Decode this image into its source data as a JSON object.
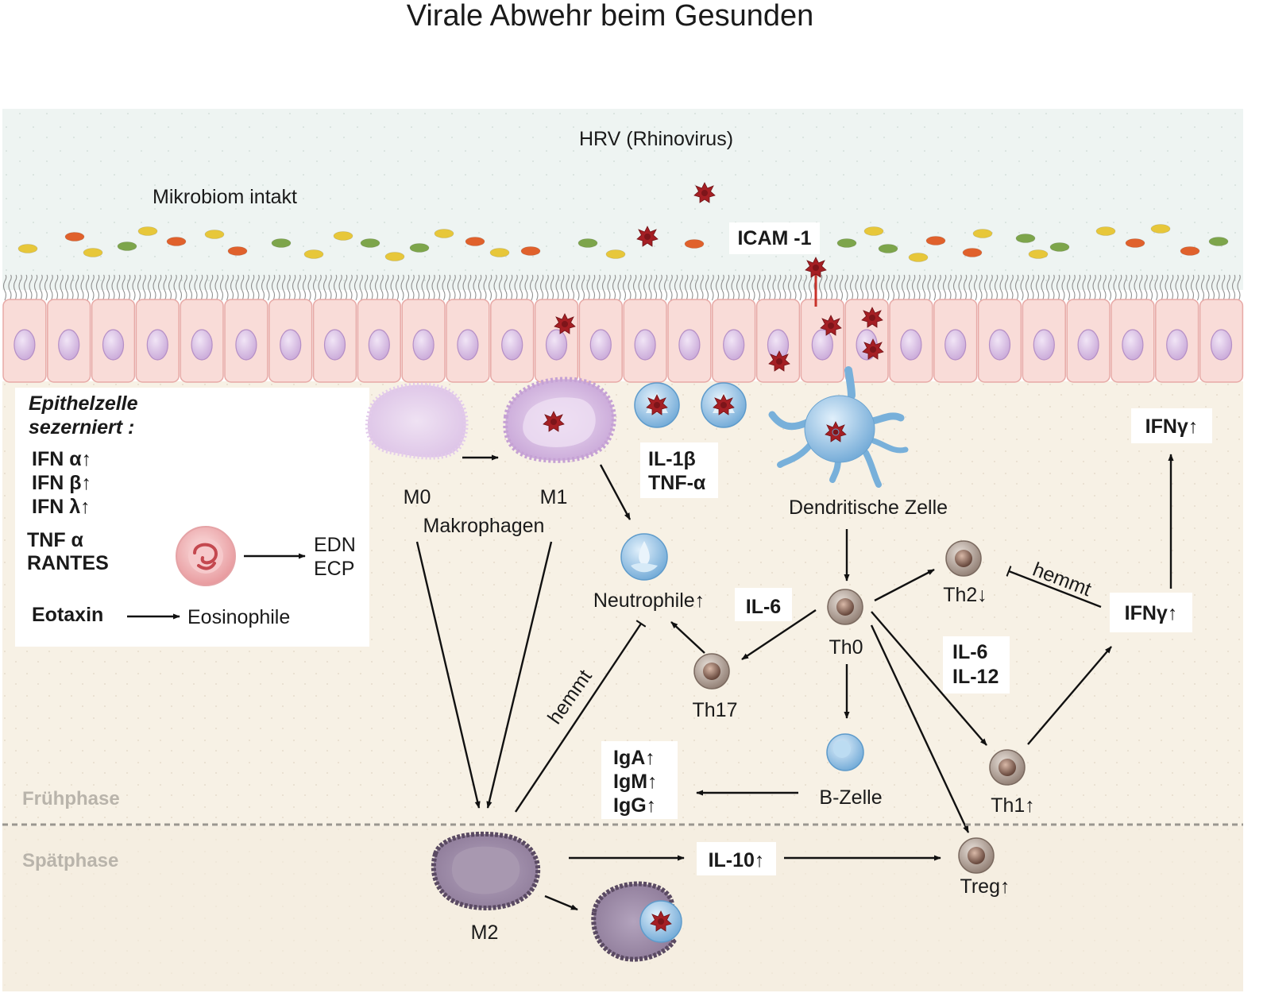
{
  "title": "Virale Abwehr beim Gesunden",
  "virus_label": "HRV (Rhinovirus)",
  "microbiome_label": "Mikrobiom intakt",
  "receptor_label": "ICAM -1",
  "epithelial_box": {
    "heading_line1": "Epithelzelle",
    "heading_line2": "sezerniert :",
    "ifn_alpha": "IFN α↑",
    "ifn_beta": "IFN β↑",
    "ifn_lambda": "IFN λ↑",
    "tnf": "TNF α",
    "rantes": "RANTES",
    "edn": "EDN",
    "ecp": "ECP",
    "eotaxin": "Eotaxin",
    "eosinophile": "Eosinophile"
  },
  "macrophages": {
    "m0": "M0",
    "m1": "M1",
    "group": "Makrophagen",
    "m2": "M2"
  },
  "cytokines_top": {
    "il1b": "IL-1β",
    "tnfa": "TNF-α"
  },
  "neutrophile": "Neutrophile↑",
  "dendritic": "Dendritische Zelle",
  "il6_left": "IL-6",
  "th0": "Th0",
  "th2": "Th2↓",
  "th17": "Th17",
  "th1": "Th1↑",
  "treg": "Treg↑",
  "bcell": "B-Zelle",
  "il6_il12": {
    "line1": "IL-6",
    "line2": "IL-12"
  },
  "ifng_mid": "IFNγ↑",
  "ifng_top": "IFNγ↑",
  "hemmt_right": "hemmt",
  "hemmt_left": "hemmt",
  "immunoglobulins": {
    "iga": "IgA↑",
    "igm": "IgM↑",
    "igg": "IgG↑"
  },
  "il10": "IL-10↑",
  "phase_early": "Frühphase",
  "phase_late": "Spätphase",
  "colors": {
    "lumen": "#eef4f2",
    "tissue": "#f6f0e3",
    "epithelium": "#f9dcd8",
    "nucleus": "#dcc4e6",
    "virus": "#a51f24",
    "macrophage_light": "#e7d2ee",
    "macrophage_m2": "#9c8aa4",
    "tcell": "#8a7468",
    "blue_cell": "#7fb3dc"
  }
}
